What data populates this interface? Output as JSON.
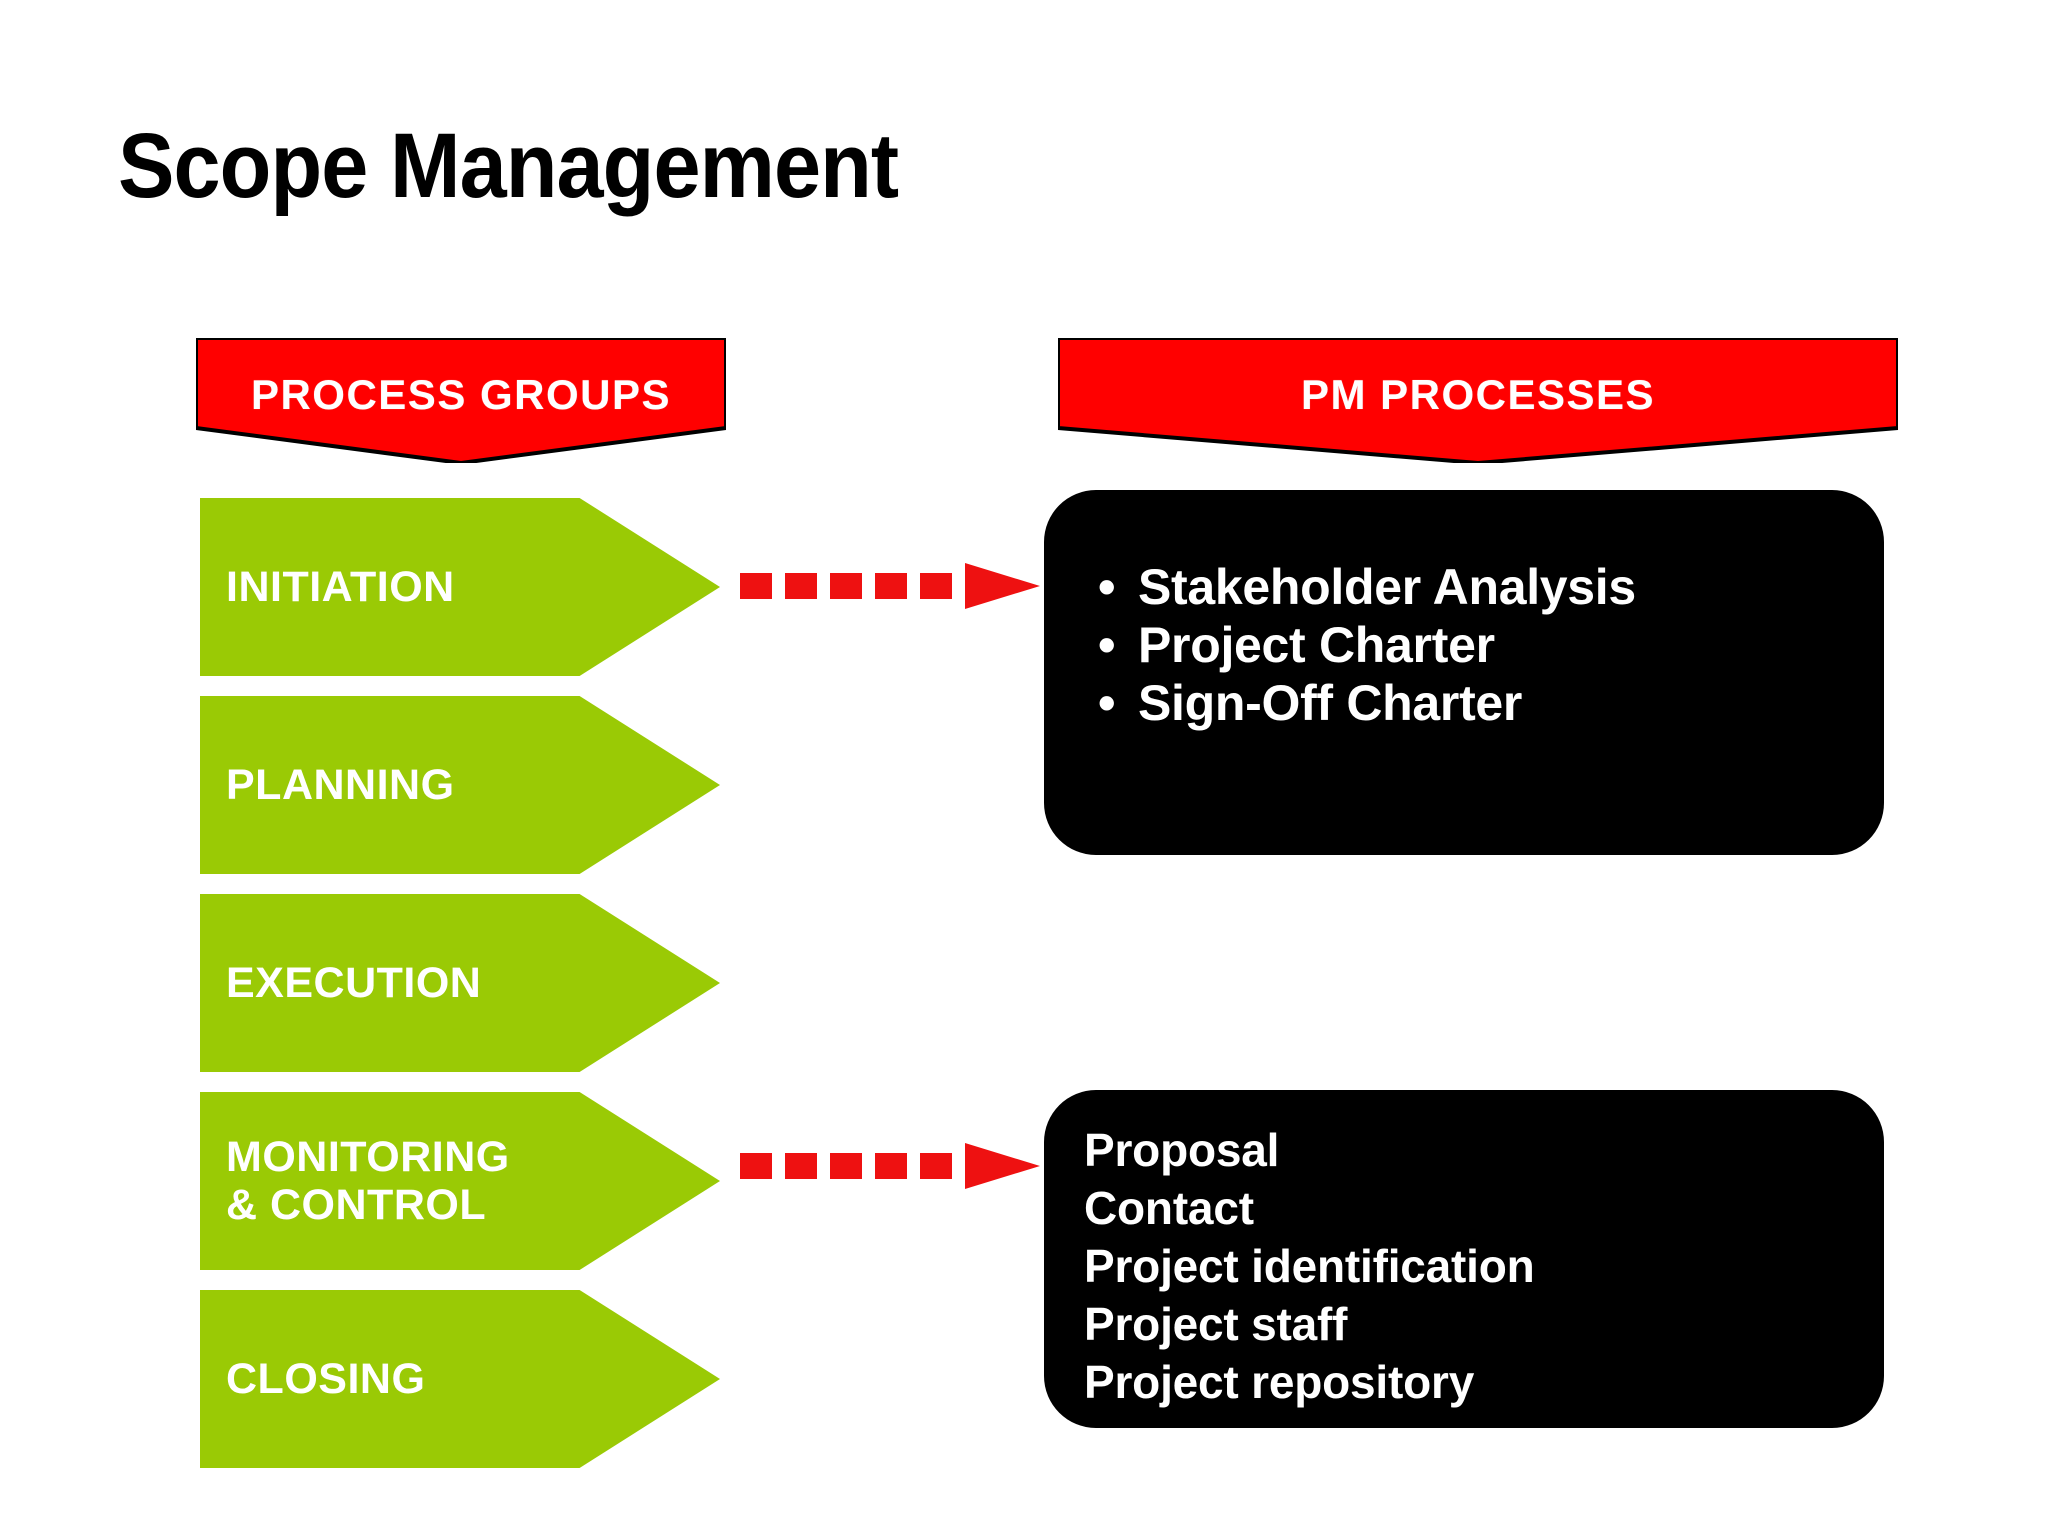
{
  "slide": {
    "title": "Scope Management",
    "background_color": "#FFFFFF"
  },
  "colors": {
    "banner_red": "#FF0000",
    "banner_outline": "#000000",
    "chevron_green": "#9ACA05",
    "box_black": "#000000",
    "arrow_red": "#EE1111",
    "text_white": "#FFFFFF",
    "title_black": "#000000"
  },
  "headers": {
    "left": {
      "label": "PROCESS GROUPS"
    },
    "right": {
      "label": "PM PROCESSES"
    }
  },
  "process_groups": [
    {
      "label": "INITIATION"
    },
    {
      "label": "PLANNING"
    },
    {
      "label": "EXECUTION"
    },
    {
      "label": "MONITORING\n& CONTROL"
    },
    {
      "label": "CLOSING"
    }
  ],
  "process_boxes": [
    {
      "name": "initiation-processes",
      "bulleted": true,
      "bullet_glyph": "•",
      "items": [
        "Stakeholder Analysis",
        "Project Charter",
        "Sign-Off Charter"
      ]
    },
    {
      "name": "monitoring-processes",
      "bulleted": false,
      "items": [
        "Proposal",
        "Contact",
        "Project identification",
        "Project staff",
        "Project repository"
      ]
    }
  ],
  "connectors": [
    {
      "name": "initiation-to-processes",
      "style": "dashed-arrow",
      "color": "#EE1111",
      "from": "INITIATION",
      "to": "Stakeholder Analysis box"
    },
    {
      "name": "monitoring-to-processes",
      "style": "dashed-arrow",
      "color": "#EE1111",
      "from": "MONITORING & CONTROL",
      "to": "Proposal box"
    }
  ]
}
